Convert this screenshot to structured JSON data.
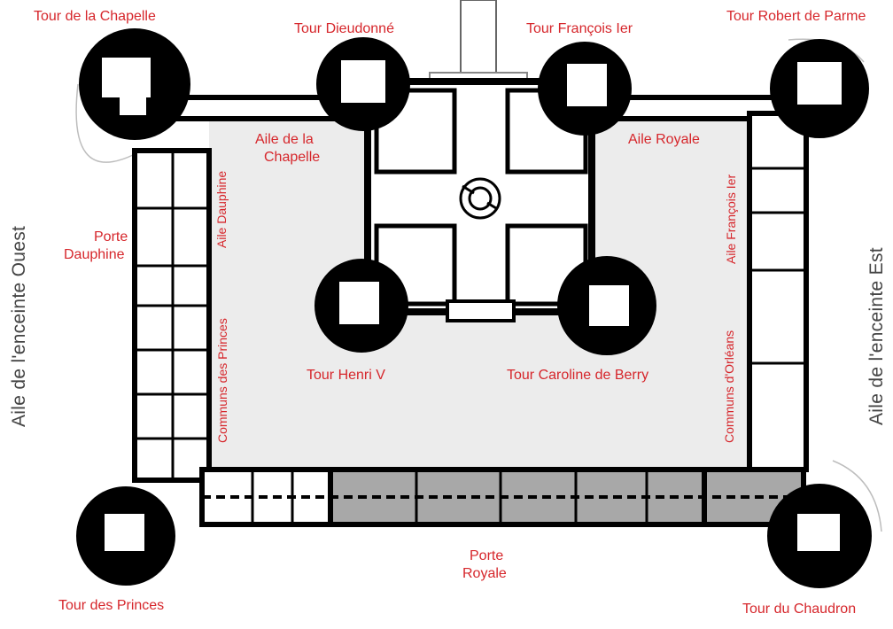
{
  "colors": {
    "label": "#d6262b",
    "side_label": "#444444",
    "wall": "#000000",
    "courtyard": "#ececec",
    "royal_wing": "#a8a8a8",
    "rooms": "#ffffff"
  },
  "icons": [
    "stair-icon"
  ],
  "towers": {
    "chapelle": "Tour de la Chapelle",
    "dieudonne": "Tour Dieudonné",
    "francois": "Tour François Ier",
    "robert": "Tour Robert de Parme",
    "henri": "Tour Henri V",
    "caroline": "Tour Caroline de Berry",
    "princes": "Tour des Princes",
    "chaudron": "Tour du Chaudron"
  },
  "wings": {
    "chapelle_line1": "Aile de la",
    "chapelle_line2": "Chapelle",
    "royale": "Aile Royale",
    "dauphine": "Aile Dauphine",
    "francois": "Aile François Ier",
    "communs_princes": "Communs des Princes",
    "communs_orleans": "Communs d'Orléans"
  },
  "gates": {
    "dauphine_line1": "Porte",
    "dauphine_line2": "Dauphine",
    "royale_line1": "Porte",
    "royale_line2": "Royale"
  },
  "enceinte": {
    "ouest": "Aile de l'enceinte Ouest",
    "est": "Aile de l'enceinte Est"
  }
}
